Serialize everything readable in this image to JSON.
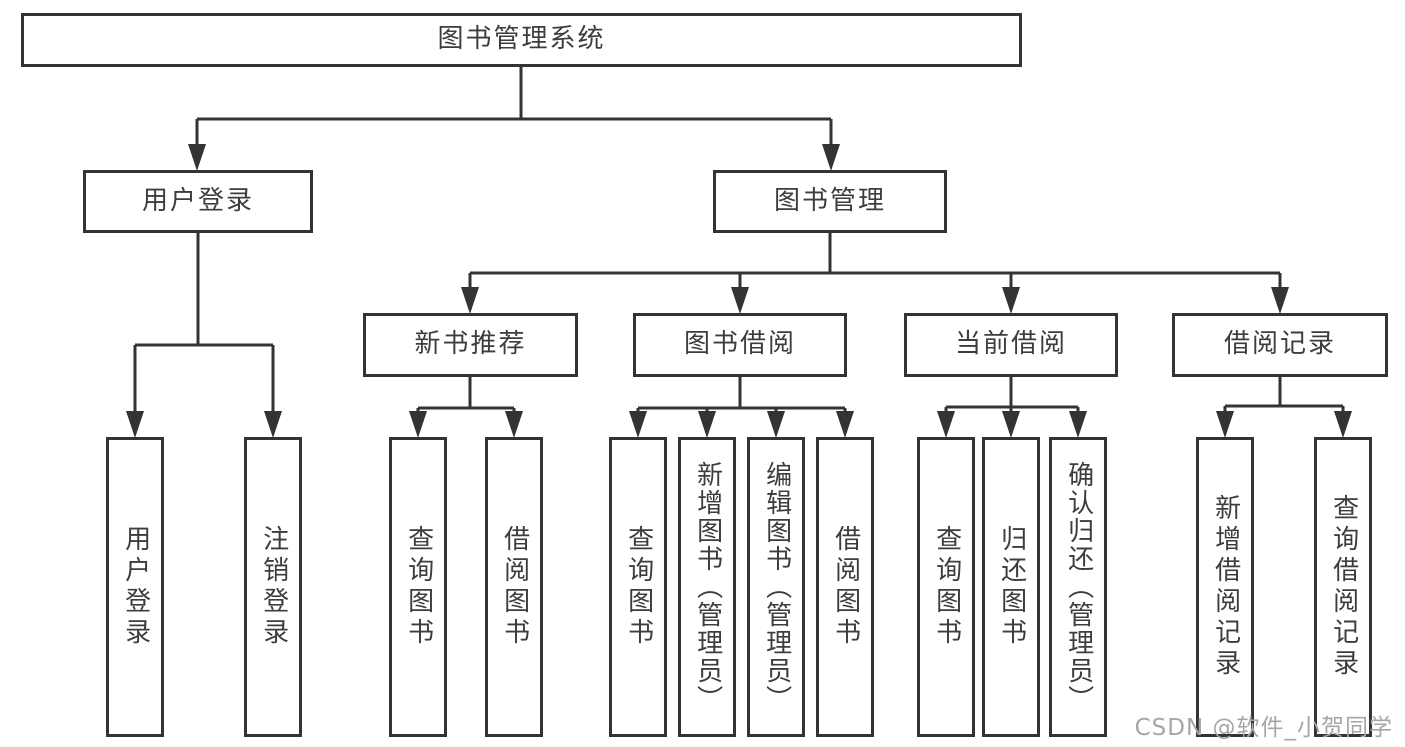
{
  "diagram_title": "图书管理系统",
  "nodes": {
    "root": "图书管理系统",
    "user_login": "用户登录",
    "book_mgmt": "图书管理",
    "new_book_rec": "新书推荐",
    "book_borrow": "图书借阅",
    "current_borrow": "当前借阅",
    "borrow_records": "借阅记录",
    "leaf_user_login": "用户登录",
    "leaf_logout": "注销登录",
    "leaf_query_book_rec": "查询图书",
    "leaf_borrow_book_rec": "借阅图书",
    "leaf_query_book_borrow": "查询图书",
    "leaf_add_book": "新增图书（管理员）",
    "leaf_edit_book": "编辑图书（管理员）",
    "leaf_borrow_book_borrow": "借阅图书",
    "leaf_query_book_current": "查询图书",
    "leaf_return_book": "归还图书",
    "leaf_confirm_return": "确认归还（管理员）",
    "leaf_add_record": "新增借阅记录",
    "leaf_query_record": "查询借阅记录"
  },
  "hierarchy": {
    "图书管理系统": {
      "用户登录": [
        "用户登录",
        "注销登录"
      ],
      "图书管理": {
        "新书推荐": [
          "查询图书",
          "借阅图书"
        ],
        "图书借阅": [
          "查询图书",
          "新增图书（管理员）",
          "编辑图书（管理员）",
          "借阅图书"
        ],
        "当前借阅": [
          "查询图书",
          "归还图书",
          "确认归还（管理员）"
        ],
        "借阅记录": [
          "新增借阅记录",
          "查询借阅记录"
        ]
      }
    }
  },
  "watermark": "CSDN @软件_小贺同学",
  "colors": {
    "line": "#333333",
    "box_border": "#333333",
    "text": "#3d3d3d",
    "watermark": "#a6a6a6",
    "background": "#ffffff"
  }
}
